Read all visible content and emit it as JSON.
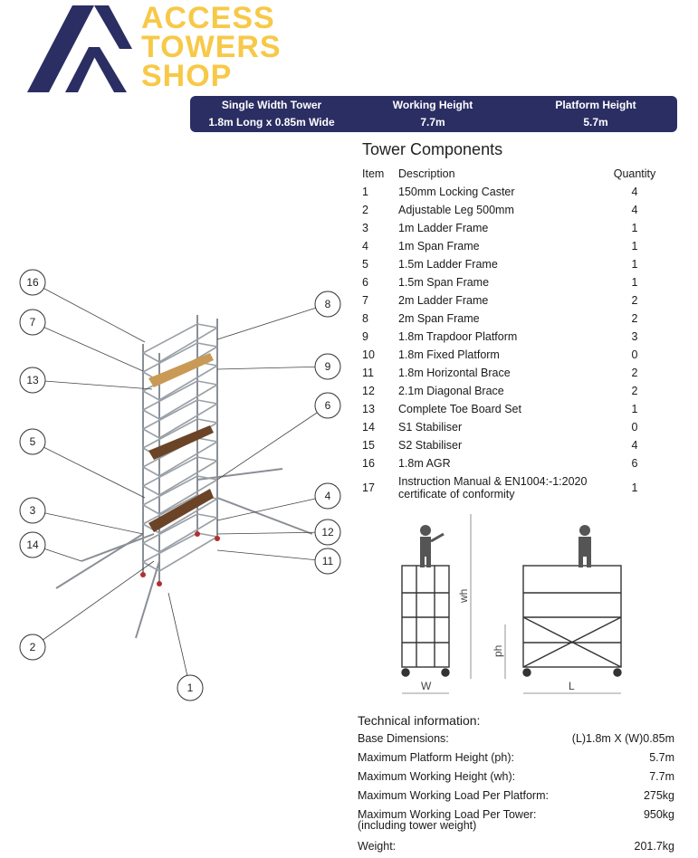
{
  "brand": {
    "lines": [
      "ACCESS",
      "TOWERS",
      "SHOP"
    ],
    "color": "#f7c948",
    "mark_color": "#2b2e63"
  },
  "header": {
    "col1_title": "Single Width Tower",
    "col2_title": "Working Height",
    "col3_title": "Platform Height",
    "col1_value": "1.8m Long x 0.85m Wide",
    "col2_value": "7.7m",
    "col3_value": "5.7m",
    "band_color": "#2b2e63"
  },
  "components": {
    "title": "Tower Components",
    "headers": {
      "item": "Item",
      "description": "Description",
      "quantity": "Quantity"
    },
    "rows": [
      {
        "item": "1",
        "description": "150mm Locking Caster",
        "quantity": "4"
      },
      {
        "item": "2",
        "description": "Adjustable Leg 500mm",
        "quantity": "4"
      },
      {
        "item": "3",
        "description": "1m Ladder Frame",
        "quantity": "1"
      },
      {
        "item": "4",
        "description": "1m Span Frame",
        "quantity": "1"
      },
      {
        "item": "5",
        "description": "1.5m Ladder Frame",
        "quantity": "1"
      },
      {
        "item": "6",
        "description": "1.5m Span Frame",
        "quantity": "1"
      },
      {
        "item": "7",
        "description": "2m Ladder Frame",
        "quantity": "2"
      },
      {
        "item": "8",
        "description": "2m Span Frame",
        "quantity": "2"
      },
      {
        "item": "9",
        "description": "1.8m Trapdoor Platform",
        "quantity": "3"
      },
      {
        "item": "10",
        "description": "1.8m Fixed Platform",
        "quantity": "0"
      },
      {
        "item": "11",
        "description": "1.8m Horizontal Brace",
        "quantity": "2"
      },
      {
        "item": "12",
        "description": "2.1m Diagonal Brace",
        "quantity": "2"
      },
      {
        "item": "13",
        "description": "Complete Toe Board Set",
        "quantity": "1"
      },
      {
        "item": "14",
        "description": "S1 Stabiliser",
        "quantity": "0"
      },
      {
        "item": "15",
        "description": "S2 Stabiliser",
        "quantity": "4"
      },
      {
        "item": "16",
        "description": "1.8m AGR",
        "quantity": "6"
      }
    ],
    "last_row": {
      "item": "17",
      "description_line1": "Instruction Manual & EN1004:-1:2020",
      "description_line2": "certificate of conformity",
      "quantity": "1"
    }
  },
  "callouts": [
    "16",
    "7",
    "13",
    "5",
    "3",
    "14",
    "2",
    "1",
    "8",
    "9",
    "6",
    "4",
    "12",
    "11"
  ],
  "elevation_labels": {
    "width": "W",
    "length": "L",
    "working_height": "wh",
    "platform_height": "ph"
  },
  "technical": {
    "title": "Technical information:",
    "rows": [
      {
        "label": "Base Dimensions:",
        "value": "(L)1.8m X (W)0.85m"
      },
      {
        "label": "Maximum Platform Height (ph):",
        "value": "5.7m"
      },
      {
        "label": "Maximum Working Height (wh):",
        "value": "7.7m"
      },
      {
        "label": "Maximum Working Load Per Platform:",
        "value": "275kg"
      }
    ],
    "tower_load": {
      "label_line1": "Maximum Working Load Per Tower:",
      "label_line2": "(including tower weight)",
      "value": "950kg"
    },
    "weight": {
      "label": "Weight:",
      "value": "201.7kg"
    }
  }
}
